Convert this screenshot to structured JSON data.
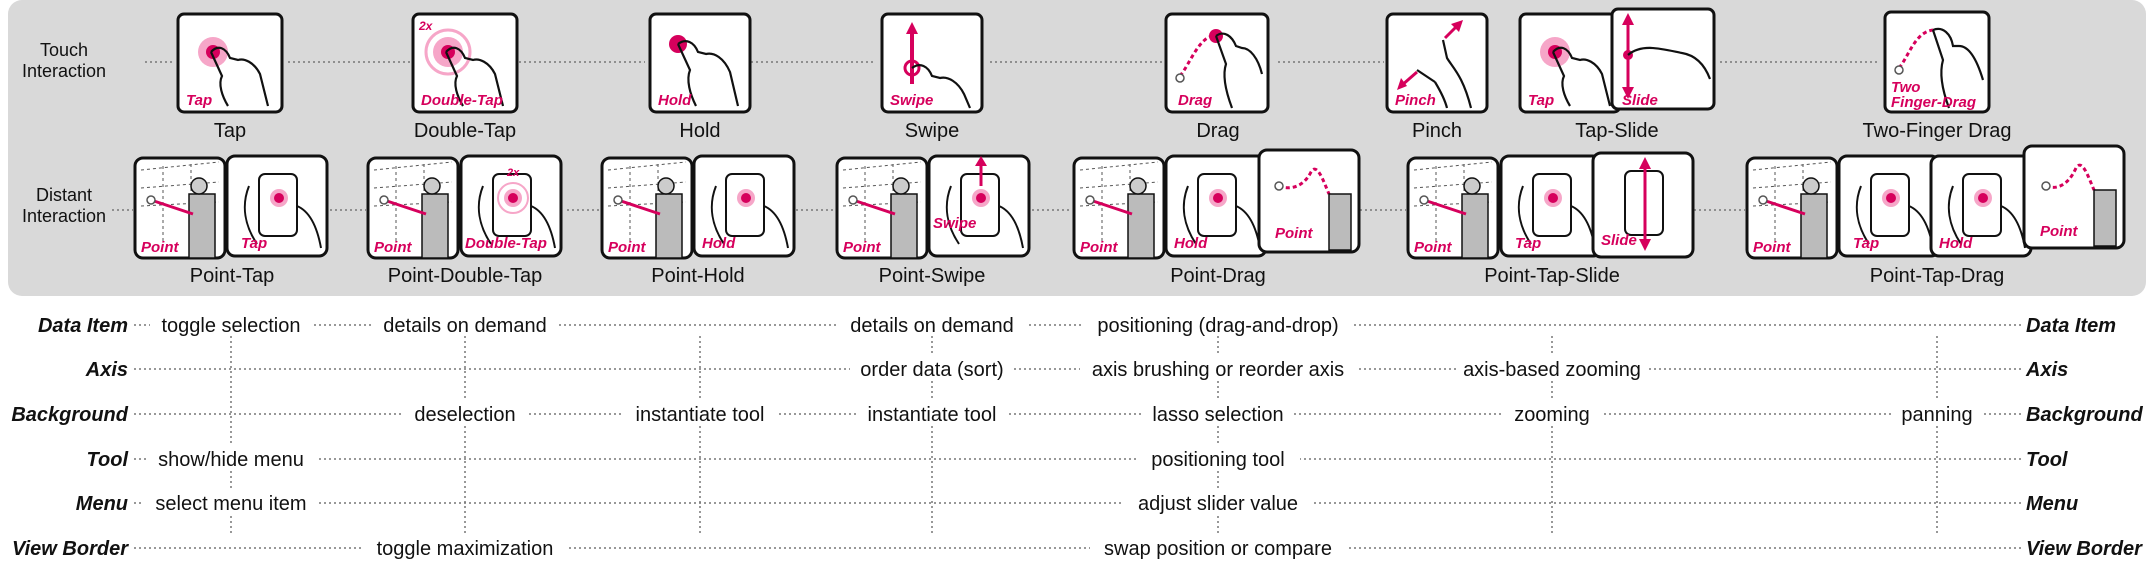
{
  "colors": {
    "panel": "#d9d9d9",
    "accent": "#d6005c",
    "ink": "#111111"
  },
  "rows_header": {
    "touch": "Touch Interaction",
    "distant": "Distant Interaction"
  },
  "touch": [
    {
      "label": "Tap",
      "tags": [
        "Tap"
      ],
      "icon": "tap-icon"
    },
    {
      "label": "Double-Tap",
      "tags": [
        "Double-Tap"
      ],
      "icon": "double-tap-icon"
    },
    {
      "label": "Hold",
      "tags": [
        "Hold"
      ],
      "icon": "hold-icon"
    },
    {
      "label": "Swipe",
      "tags": [
        "Swipe"
      ],
      "icon": "swipe-icon"
    },
    {
      "label": "Drag",
      "tags": [
        "Drag"
      ],
      "icon": "drag-icon"
    },
    {
      "label": "Pinch",
      "tags": [
        "Pinch"
      ],
      "icon": "pinch-icon"
    },
    {
      "label": "Tap-Slide",
      "tags": [
        "Tap",
        "Slide"
      ],
      "icon": "tap-slide-icon"
    },
    {
      "label": "Two-Finger Drag",
      "tags": [
        "Two Finger-Drag"
      ],
      "icon": "two-finger-drag-icon"
    }
  ],
  "distant": [
    {
      "label": "Point-Tap",
      "tags": [
        "Point",
        "Tap"
      ]
    },
    {
      "label": "Point-Double-Tap",
      "tags": [
        "Point",
        "Double-Tap"
      ]
    },
    {
      "label": "Point-Hold",
      "tags": [
        "Point",
        "Hold"
      ]
    },
    {
      "label": "Point-Swipe",
      "tags": [
        "Point",
        "Swipe"
      ]
    },
    {
      "label": "Point-Drag",
      "tags": [
        "Point",
        "Hold",
        "Point"
      ]
    },
    {
      "label": "Point-Tap-Slide",
      "tags": [
        "Point",
        "Tap",
        "Slide"
      ]
    },
    {
      "label": "Point-Tap-Drag",
      "tags": [
        "Point",
        "Tap",
        "Hold",
        "Point"
      ]
    }
  ],
  "mapping_rows": [
    {
      "name": "Data Item",
      "cells": [
        "toggle selection",
        "details on demand",
        "details on demand",
        "positioning (drag-and-drop)"
      ]
    },
    {
      "name": "Axis",
      "cells": [
        "order data (sort)",
        "axis brushing or reorder axis",
        "axis-based zooming"
      ]
    },
    {
      "name": "Background",
      "cells": [
        "deselection",
        "instantiate tool",
        "instantiate tool",
        "lasso selection",
        "zooming",
        "panning"
      ]
    },
    {
      "name": "Tool",
      "cells": [
        "show/hide menu",
        "positioning tool"
      ]
    },
    {
      "name": "Menu",
      "cells": [
        "select menu item",
        "adjust slider value"
      ]
    },
    {
      "name": "View Border",
      "cells": [
        "toggle maximization",
        "swap position or compare"
      ]
    }
  ]
}
